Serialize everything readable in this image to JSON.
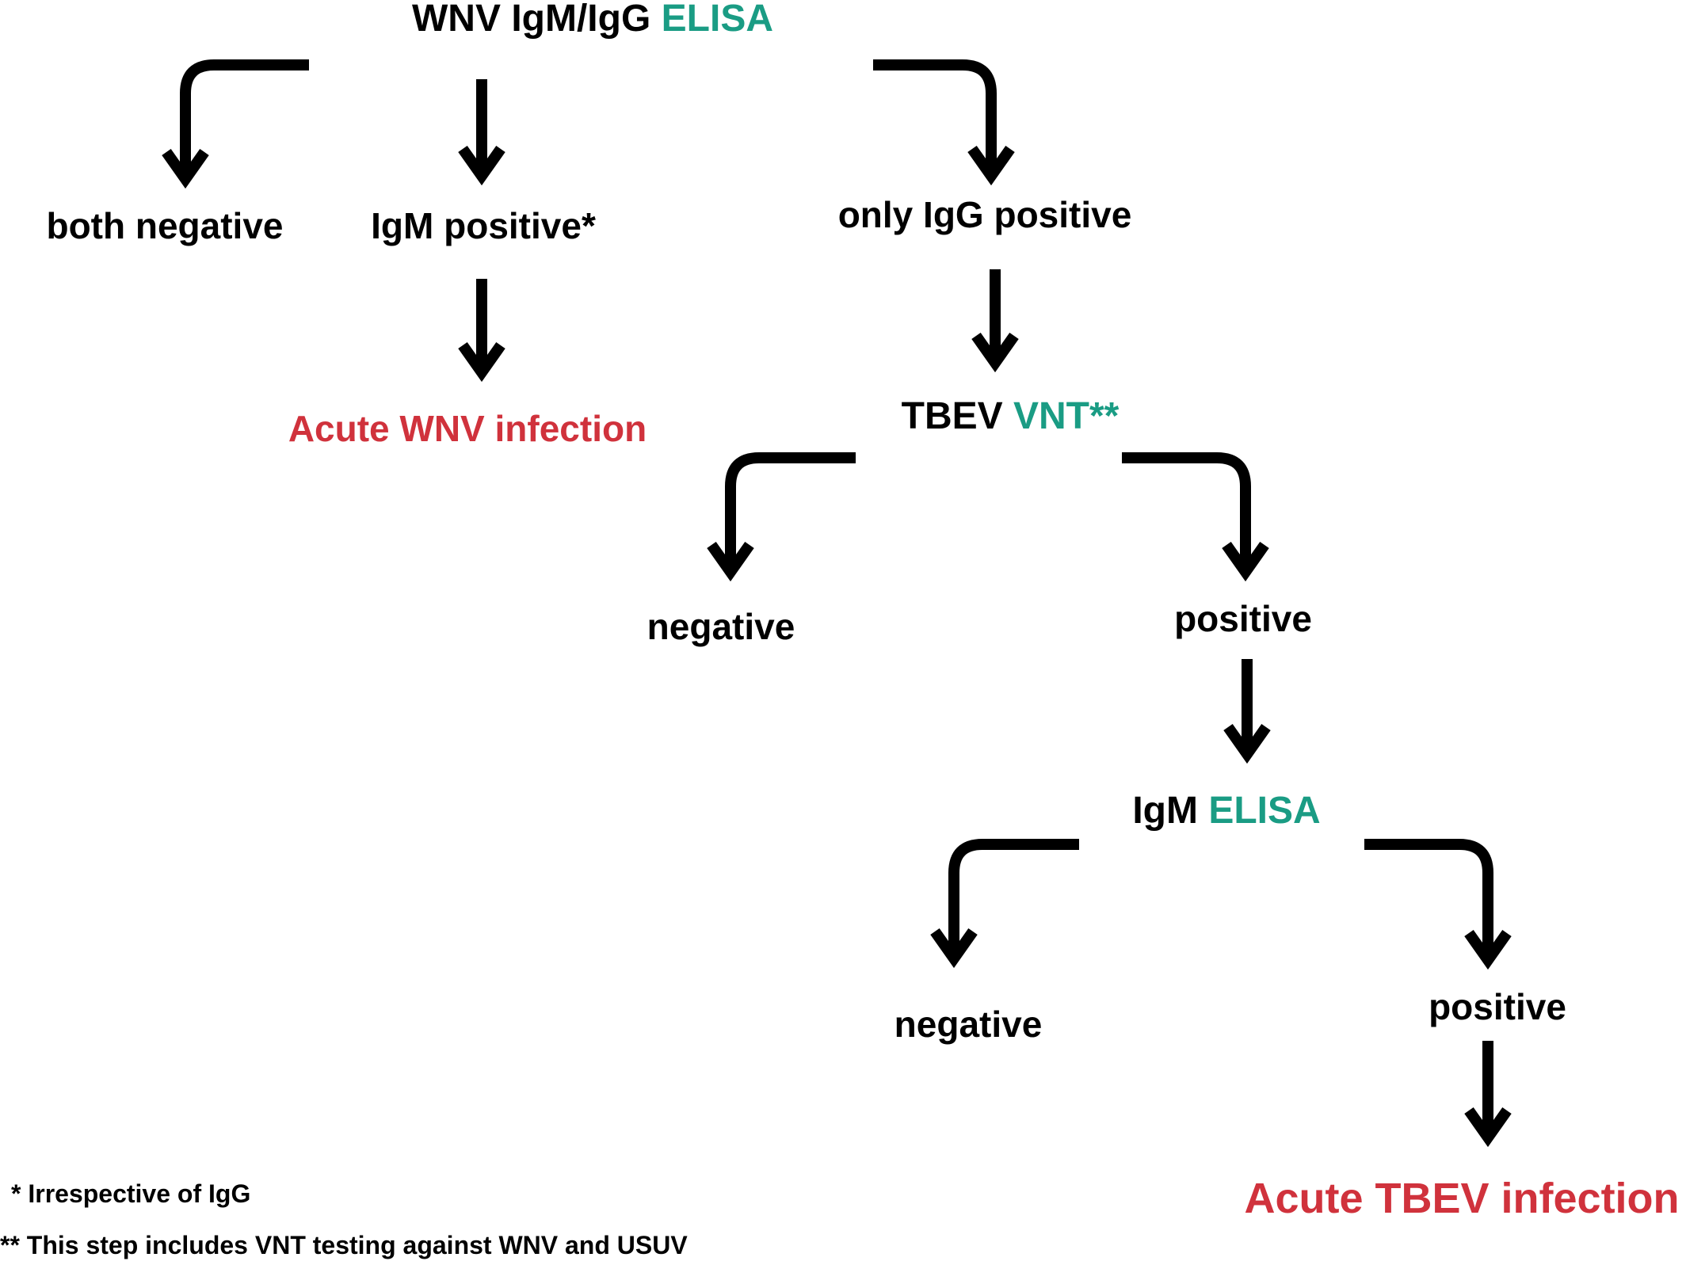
{
  "colors": {
    "text": "#000000",
    "method": "#1a9c84",
    "result": "#d0323c",
    "arrow": "#000000"
  },
  "nodes": {
    "root": {
      "name": "WNV IgM/IgG",
      "method": "ELISA"
    },
    "both_negative": "both negative",
    "igm_positive": "IgM positive*",
    "only_igg_positive": "only IgG positive",
    "acute_wnv": "Acute WNV infection",
    "tbev_vnt": {
      "name": "TBEV",
      "method": "VNT**"
    },
    "vnt_negative": "negative",
    "vnt_positive": "positive",
    "igm_elisa": {
      "name": "IgM",
      "method": "ELISA"
    },
    "elisa_negative": "negative",
    "elisa_positive": "positive",
    "acute_tbev": "Acute TBEV infection"
  },
  "footnotes": [
    "* Irrespective of IgG",
    "** This step includes VNT testing against WNV and USUV"
  ]
}
